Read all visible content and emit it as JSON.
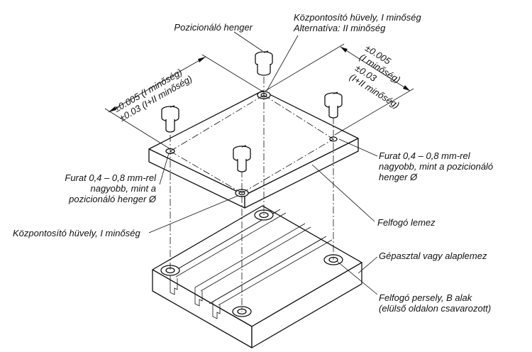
{
  "labels": {
    "positioning_pin": "Pozicionáló henger",
    "centering_sleeve_top_1": "Központosító hüvely, I minőség",
    "centering_sleeve_top_2": "Alternatíva: II minőség",
    "tol_left_1": "±0.005 (I minőség)",
    "tol_left_2": "±0.03 (I+II minőség)",
    "tol_right_1": "±0.005",
    "tol_right_2": "(I minőség)",
    "tol_right_3": "±0.03",
    "tol_right_4": "(I+II minőség)",
    "hole_left_1": "Furat 0,4 – 0,8 mm-rel",
    "hole_left_2": "nagyobb, mint a",
    "hole_left_3": "pozicionáló henger Ø",
    "hole_right_1": "Furat 0,4 – 0,8 mm-rel",
    "hole_right_2": "nagyobb, mint a pozicionáló",
    "hole_right_3": "henger Ø",
    "clamping_plate": "Felfogó lemez",
    "centering_sleeve_left": "Központosító hüvely, I minőség",
    "machine_table": "Gépasztal vagy alaplemez",
    "clamping_bush_1": "Felfogó persely, B alak",
    "clamping_bush_2": "(elülső oldalon csavarozott)"
  }
}
